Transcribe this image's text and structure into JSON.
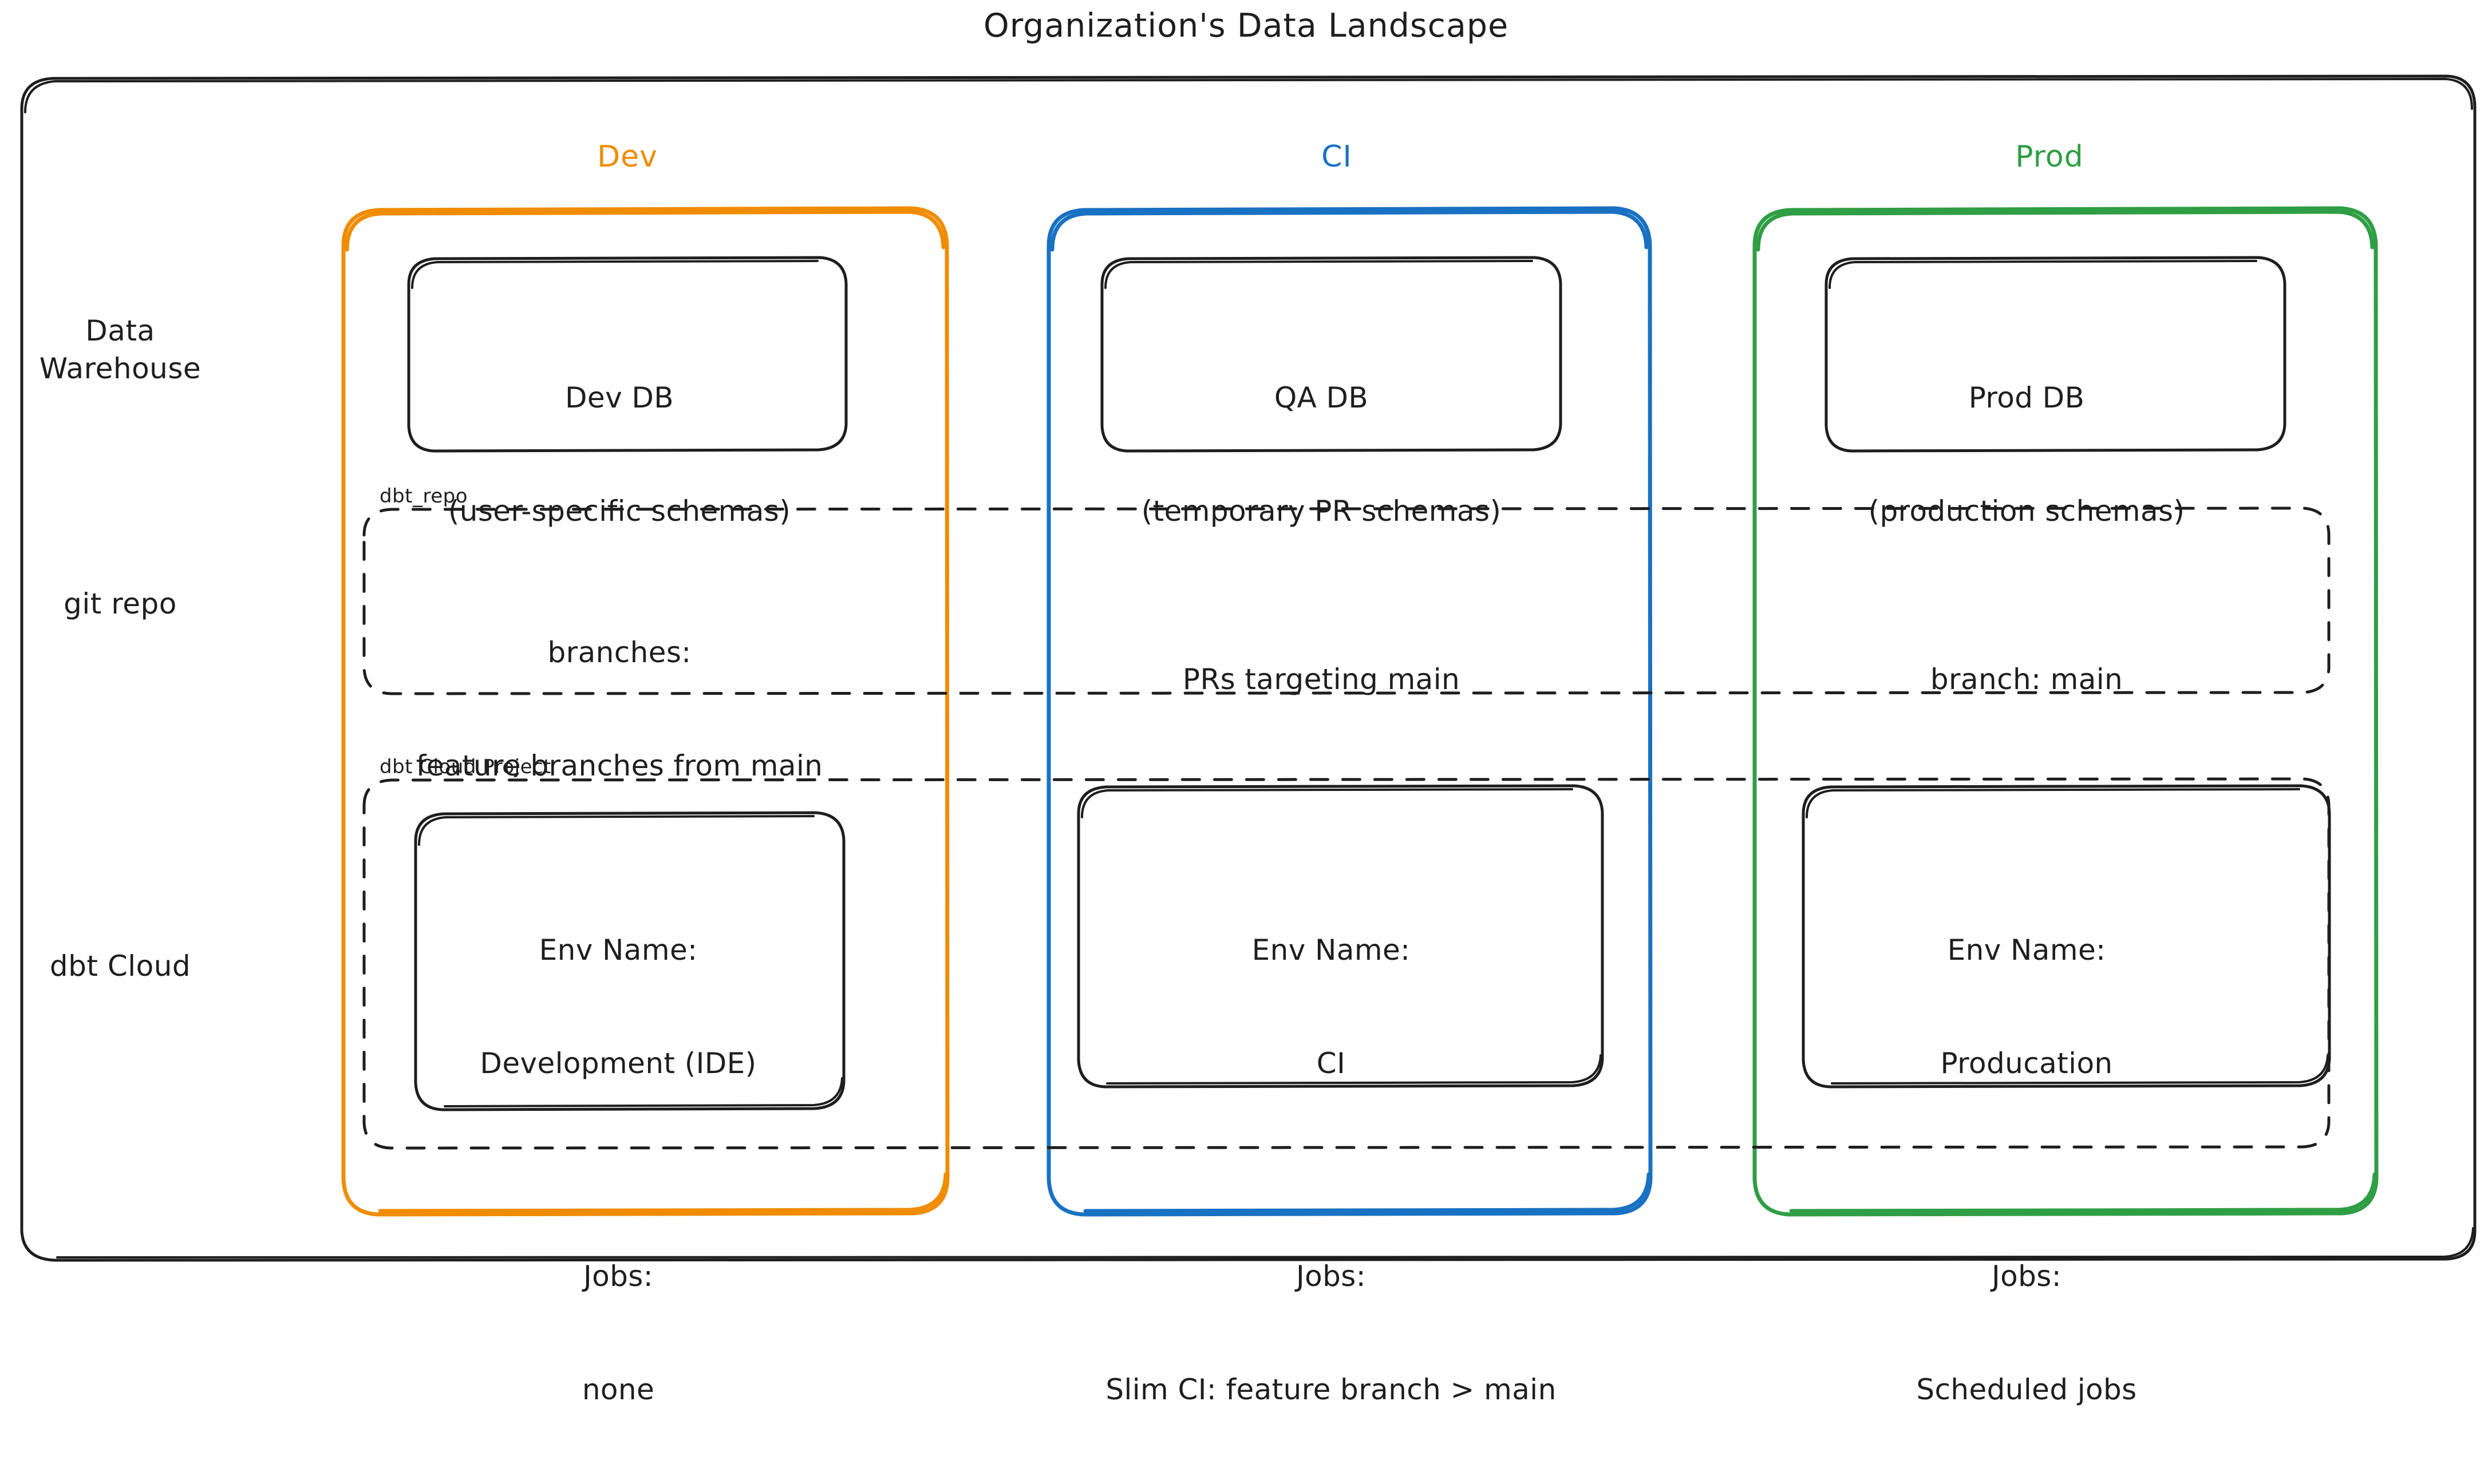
{
  "title": "Organization's Data Landscape",
  "columns": [
    {
      "id": "dev",
      "label": "Dev",
      "color": "#f08c00"
    },
    {
      "id": "ci",
      "label": "CI",
      "color": "#1971c2"
    },
    {
      "id": "prod",
      "label": "Prod",
      "color": "#2f9e44"
    }
  ],
  "rows": [
    {
      "id": "data-warehouse",
      "label": "Data\nWarehouse"
    },
    {
      "id": "git-repo",
      "label": "git repo"
    },
    {
      "id": "dbt-cloud",
      "label": "dbt Cloud"
    }
  ],
  "groups": {
    "repo": {
      "label": "dbt_repo"
    },
    "project": {
      "label": "dbt Cloud Project"
    }
  },
  "nodes": {
    "data_warehouse": {
      "dev": {
        "line1": "Dev DB",
        "line2": "(user-specific schemas)"
      },
      "ci": {
        "line1": "QA DB",
        "line2": "(temporary PR schemas)"
      },
      "prod": {
        "line1": "Prod DB",
        "line2": "(production schemas)"
      }
    },
    "git_repo": {
      "dev": {
        "line1": "branches:",
        "line2": "feature branches from main"
      },
      "ci": {
        "line1": "PRs targeting main",
        "line2": ""
      },
      "prod": {
        "line1": "branch: main",
        "line2": ""
      }
    },
    "dbt_cloud": {
      "dev": {
        "env_label": "Env Name:",
        "env_value": "Development (IDE)",
        "jobs_label": "Jobs:",
        "jobs_value": "none"
      },
      "ci": {
        "env_label": "Env Name:",
        "env_value": "CI",
        "jobs_label": "Jobs:",
        "jobs_value": "Slim CI: feature branch > main"
      },
      "prod": {
        "env_label": "Env Name:",
        "env_value": "Producation",
        "jobs_label": "Jobs:",
        "jobs_value": "Scheduled jobs"
      }
    }
  },
  "colors": {
    "ink": "#1e1e1e",
    "dev": "#f08c00",
    "ci": "#1971c2",
    "prod": "#2f9e44",
    "background": "#ffffff"
  }
}
